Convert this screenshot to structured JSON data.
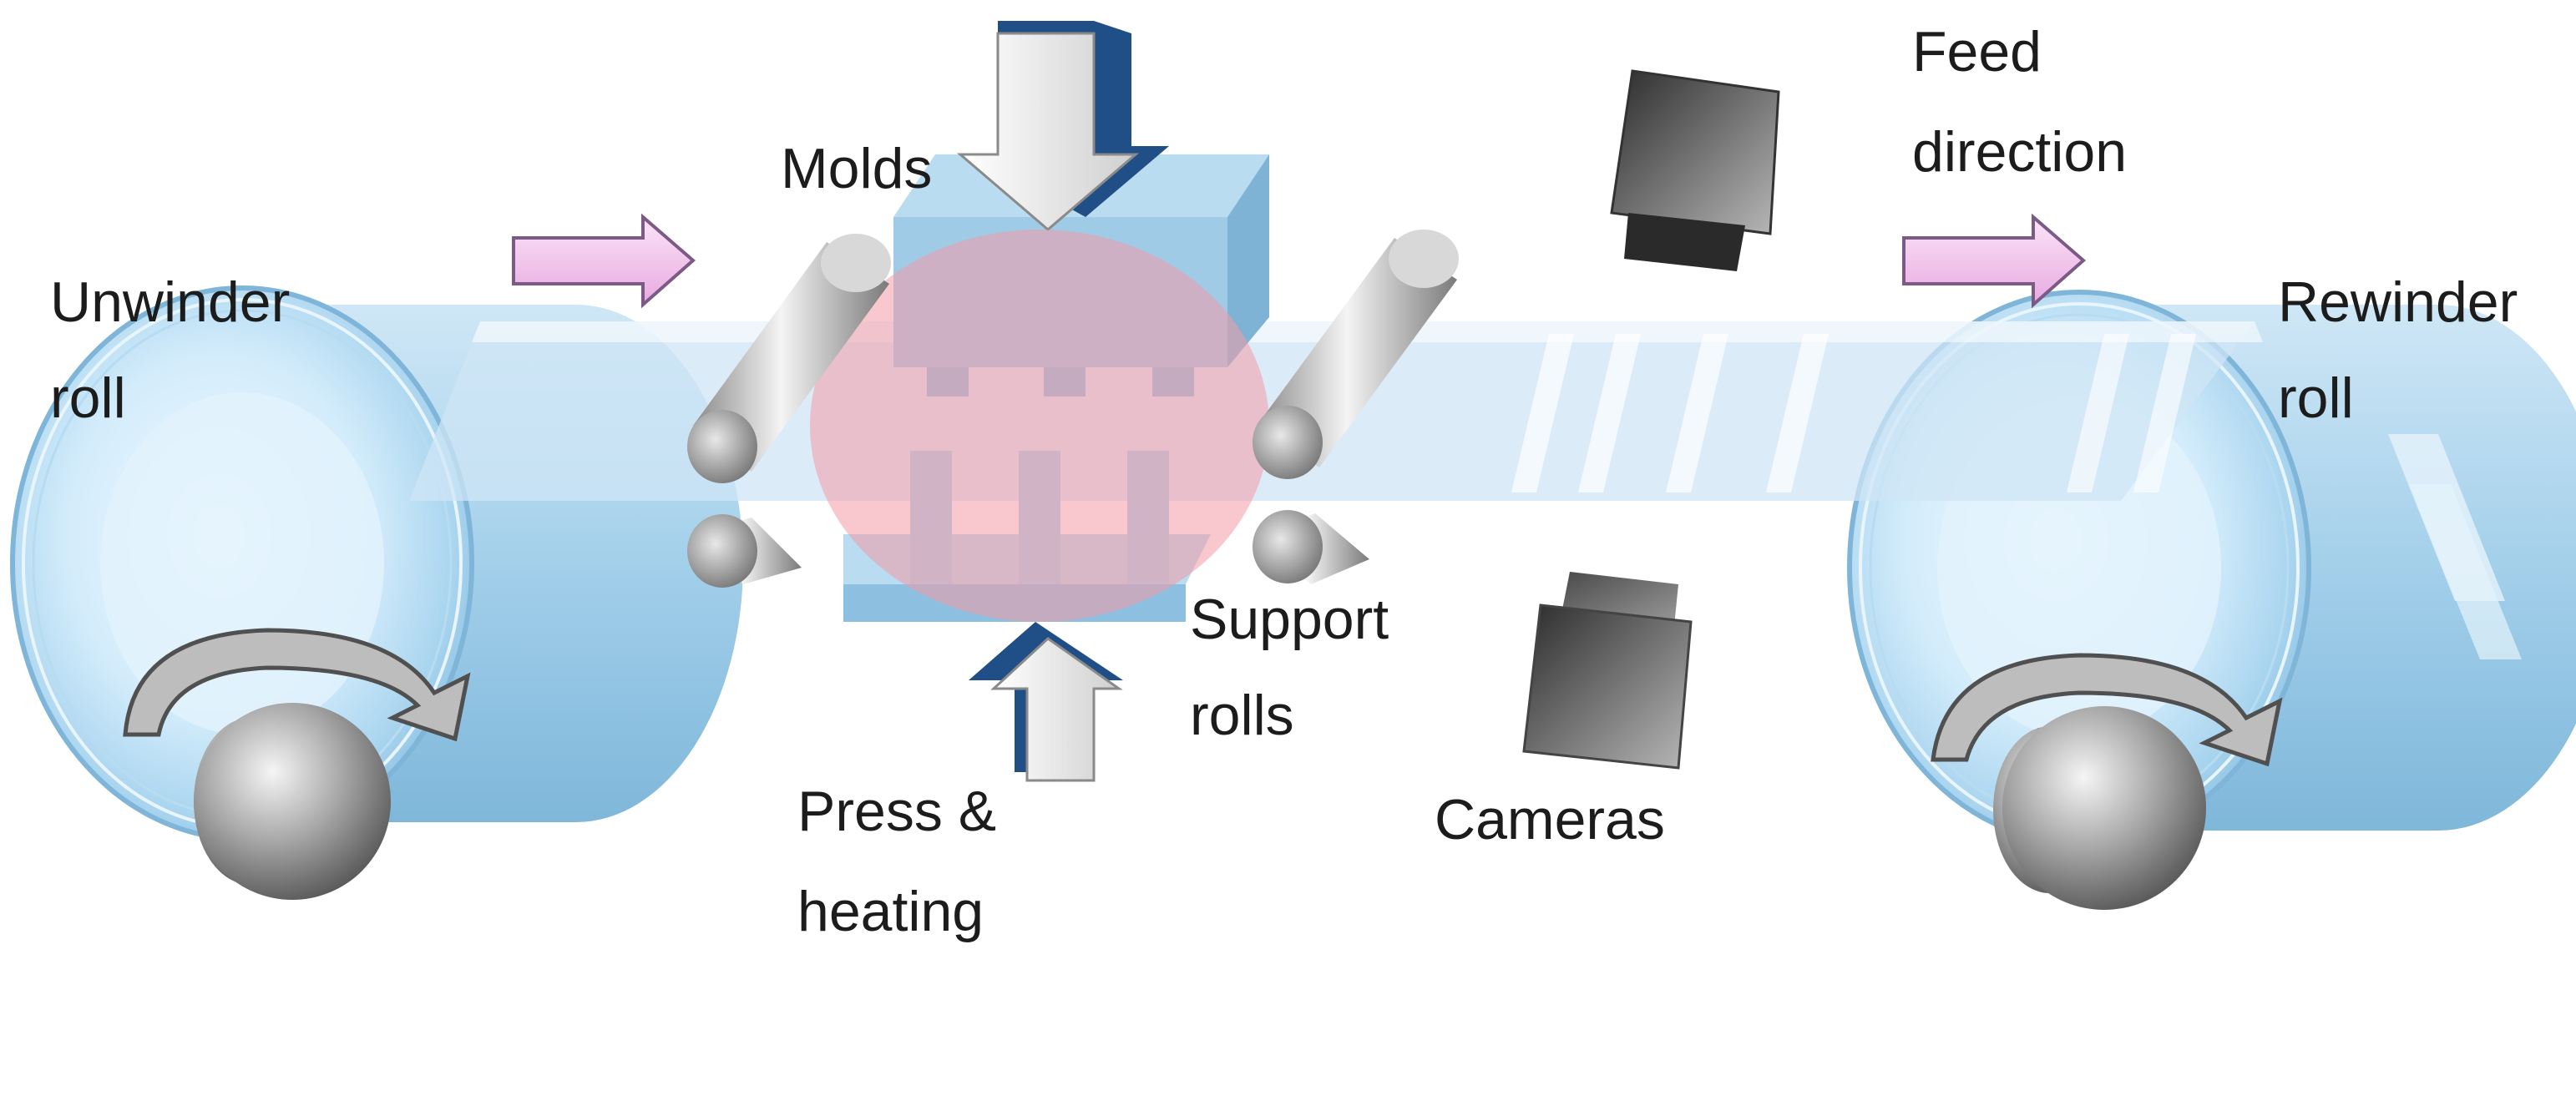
{
  "labels": {
    "unwinder_line1": "Unwinder",
    "unwinder_line2": "roll",
    "molds": "Molds",
    "feed_line1": "Feed",
    "feed_line2": "direction",
    "rewinder_line1": "Rewinder",
    "rewinder_line2": "roll",
    "support_line1": "Support",
    "support_line2": "rolls",
    "press_line1": "Press &",
    "press_line2": "heating",
    "cameras": "Cameras"
  },
  "colors": {
    "roll_blue": "#a8d2ea",
    "film_blue": "#cfe6f5",
    "mold_blue": "#9fcbe6",
    "heat_zone": "#f29aa6",
    "feed_arrow": "#f3c6ee",
    "arrow_dark": "#1f4f86"
  },
  "icons": [
    "feed-direction-arrow",
    "rotation-arrow",
    "press-arrow",
    "camera"
  ]
}
